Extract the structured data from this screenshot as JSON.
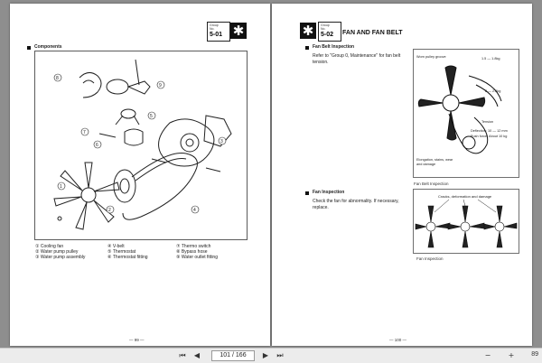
{
  "left_page": {
    "group_label": "Group\nNo.",
    "group_no": "5-01",
    "section_title": "Components",
    "page_number": "— 99 —",
    "legend": [
      {
        "no": "①",
        "label": "Cooling fan"
      },
      {
        "no": "②",
        "label": "Water pump pulley"
      },
      {
        "no": "③",
        "label": "Water pump assembly"
      },
      {
        "no": "④",
        "label": "V-belt"
      },
      {
        "no": "⑤",
        "label": "Thermostat"
      },
      {
        "no": "⑥",
        "label": "Thermostat fitting"
      },
      {
        "no": "⑦",
        "label": "Thermo switch"
      },
      {
        "no": "⑧",
        "label": "Bypass hose"
      },
      {
        "no": "⑨",
        "label": "Water outlet fitting"
      }
    ]
  },
  "right_page": {
    "group_label": "Group\nNo.",
    "group_no": "5-02",
    "title": "FAN AND FAN BELT",
    "fan_belt_heading": "Fan Belt Inspection",
    "fan_belt_text_1": "Refer to \"Group 0, Maintenance\" for fan belt",
    "fan_belt_text_2": "tension.",
    "fig1_caption": "Fan Belt Inspection",
    "fig1_labels": {
      "worn": "Worn pulley groove",
      "force1": "1.5 — 1.8kg",
      "force2": "2 — 2.5kg",
      "tension": "Tension",
      "deflection": "Deflection: 10 — 12 mm",
      "push": "Push force: About 10 kg",
      "elongation": "Elongation, stains, wear",
      "damage": "and damage"
    },
    "fan_heading": "Fan Inspection",
    "fan_text_1": "Check the fan for abnormality.  If necessary,",
    "fan_text_2": "replace.",
    "fig2_label": "Cracks, deformation and damage",
    "fig2_caption": "Fan Inspection",
    "page_number": "— 100 —"
  },
  "toolbar": {
    "page_field": "101 / 166",
    "zoom": "89"
  }
}
